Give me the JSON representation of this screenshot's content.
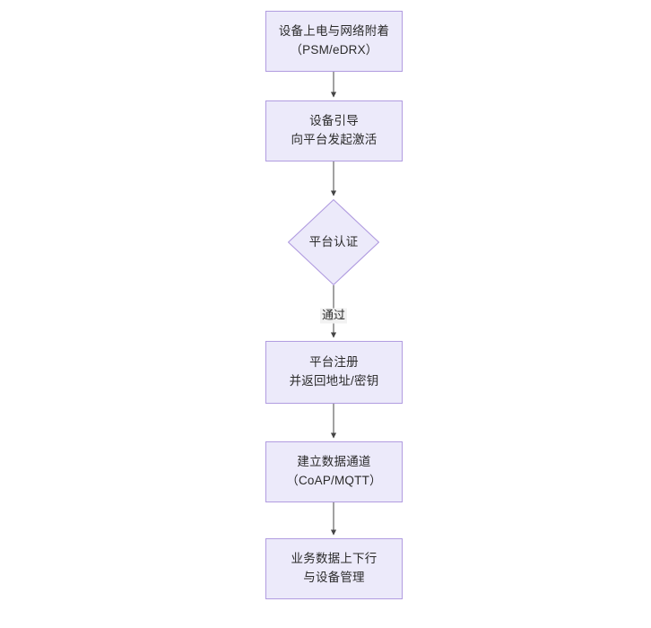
{
  "diagram": {
    "type": "flowchart",
    "orientation": "top-to-bottom",
    "background_color": "#ffffff",
    "node_fill_color": "#ECEAFA",
    "node_border_color": "#B19CE0",
    "edge_color": "#555555",
    "text_color": "#2b2b2b",
    "nodes": [
      {
        "id": "n1",
        "shape": "rectangle",
        "text": "设备上电与网络附着\n（PSM/eDRX）",
        "line1": "设备上电与网络附着",
        "line2": "（PSM/eDRX）"
      },
      {
        "id": "n2",
        "shape": "rectangle",
        "text": "设备引导\n向平台发起激活",
        "line1": "设备引导",
        "line2": "向平台发起激活"
      },
      {
        "id": "n3",
        "shape": "diamond",
        "text": "平台认证",
        "line1": "平台认证",
        "line2": ""
      },
      {
        "id": "n4",
        "shape": "rectangle",
        "text": "平台注册\n并返回地址/密钥",
        "line1": "平台注册",
        "line2": "并返回地址/密钥"
      },
      {
        "id": "n5",
        "shape": "rectangle",
        "text": "建立数据通道\n（CoAP/MQTT）",
        "line1": "建立数据通道",
        "line2": "（CoAP/MQTT）"
      },
      {
        "id": "n6",
        "shape": "rectangle",
        "text": "业务数据上下行\n与设备管理",
        "line1": "业务数据上下行",
        "line2": "与设备管理"
      }
    ],
    "edges": [
      {
        "from": "n1",
        "to": "n2",
        "label": ""
      },
      {
        "from": "n2",
        "to": "n3",
        "label": ""
      },
      {
        "from": "n3",
        "to": "n4",
        "label": "通过"
      },
      {
        "from": "n4",
        "to": "n5",
        "label": ""
      },
      {
        "from": "n5",
        "to": "n6",
        "label": ""
      }
    ],
    "edge_labels": {
      "pass": "通过"
    }
  }
}
